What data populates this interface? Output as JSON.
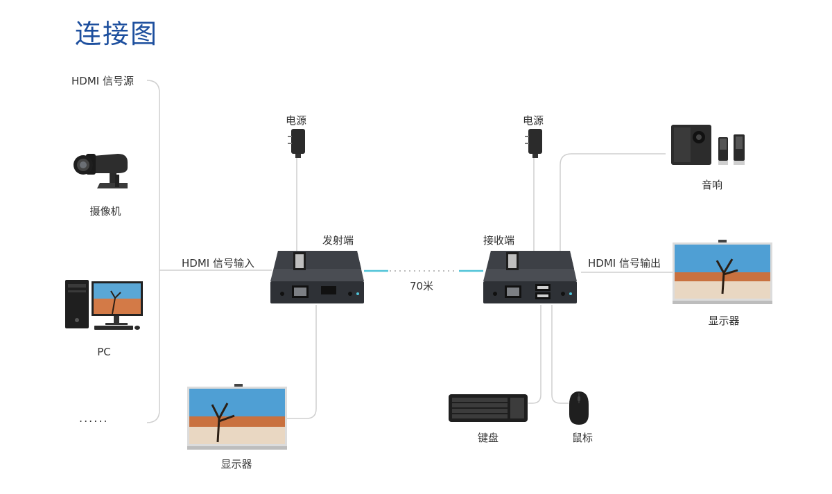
{
  "title": "连接图",
  "labels": {
    "hdmi_source": "HDMI 信号源",
    "camera": "摄像机",
    "pc": "PC",
    "more": "......",
    "power_left": "电源",
    "power_right": "电源",
    "transmitter": "发射端",
    "receiver": "接收端",
    "hdmi_in": "HDMI 信号输入",
    "hdmi_out": "HDMI 信号输出",
    "distance": "70米",
    "speaker": "音响",
    "display_left": "显示器",
    "display_right": "显示器",
    "keyboard": "键盘",
    "mouse": "鼠标"
  },
  "colors": {
    "title": "#1d4f9e",
    "wire": "#cfcfcf",
    "cable_accent": "#4fc3d8",
    "device_body": "#3a3d42"
  }
}
